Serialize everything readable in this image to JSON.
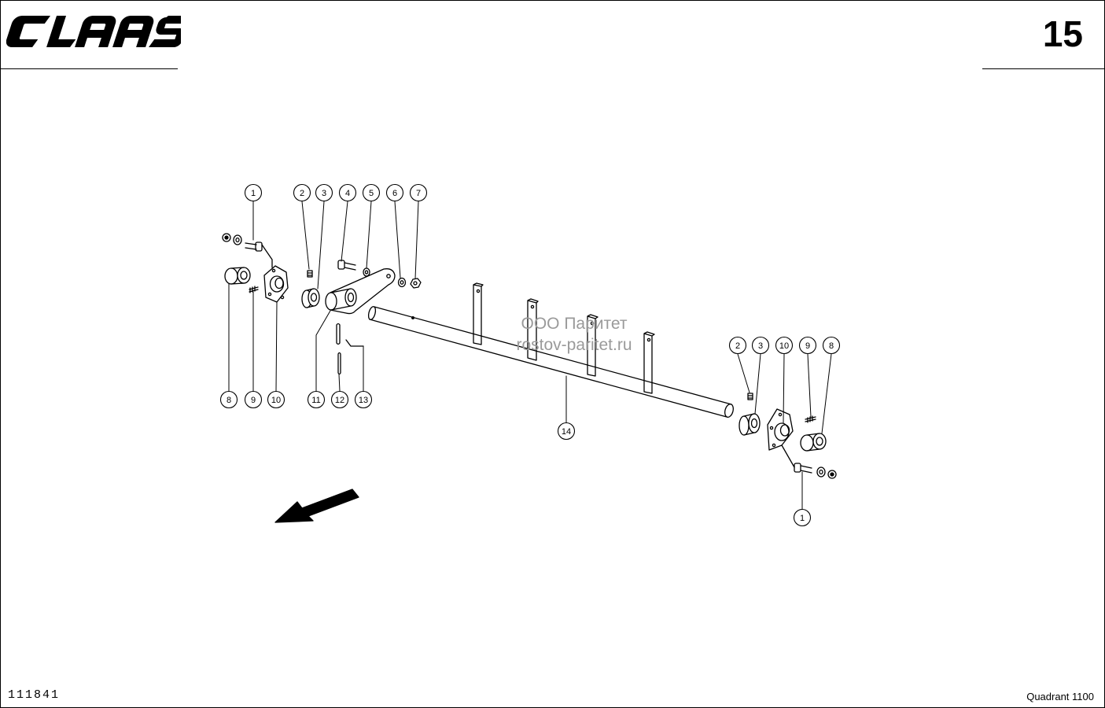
{
  "header": {
    "brand": "CLAAS",
    "page_number": "15"
  },
  "footer": {
    "drawing_number": "111841",
    "model": "Quadrant 1100"
  },
  "watermark": {
    "line1": "ООО Паритет",
    "line2": "rostov-paritet.ru"
  },
  "callouts": {
    "left_top": [
      "1",
      "2",
      "3",
      "4",
      "5",
      "6",
      "7"
    ],
    "left_bottom": [
      "8",
      "9",
      "10",
      "11",
      "12",
      "13"
    ],
    "shaft": "14",
    "right_top": [
      "2",
      "3",
      "10",
      "9",
      "8"
    ],
    "right_bottom": "1"
  },
  "icons": {
    "direction": "direction-arrow-icon",
    "logo": "claas-logo"
  },
  "colors": {
    "ink": "#000000",
    "watermark": "#9a9a9a",
    "paper": "#ffffff"
  }
}
